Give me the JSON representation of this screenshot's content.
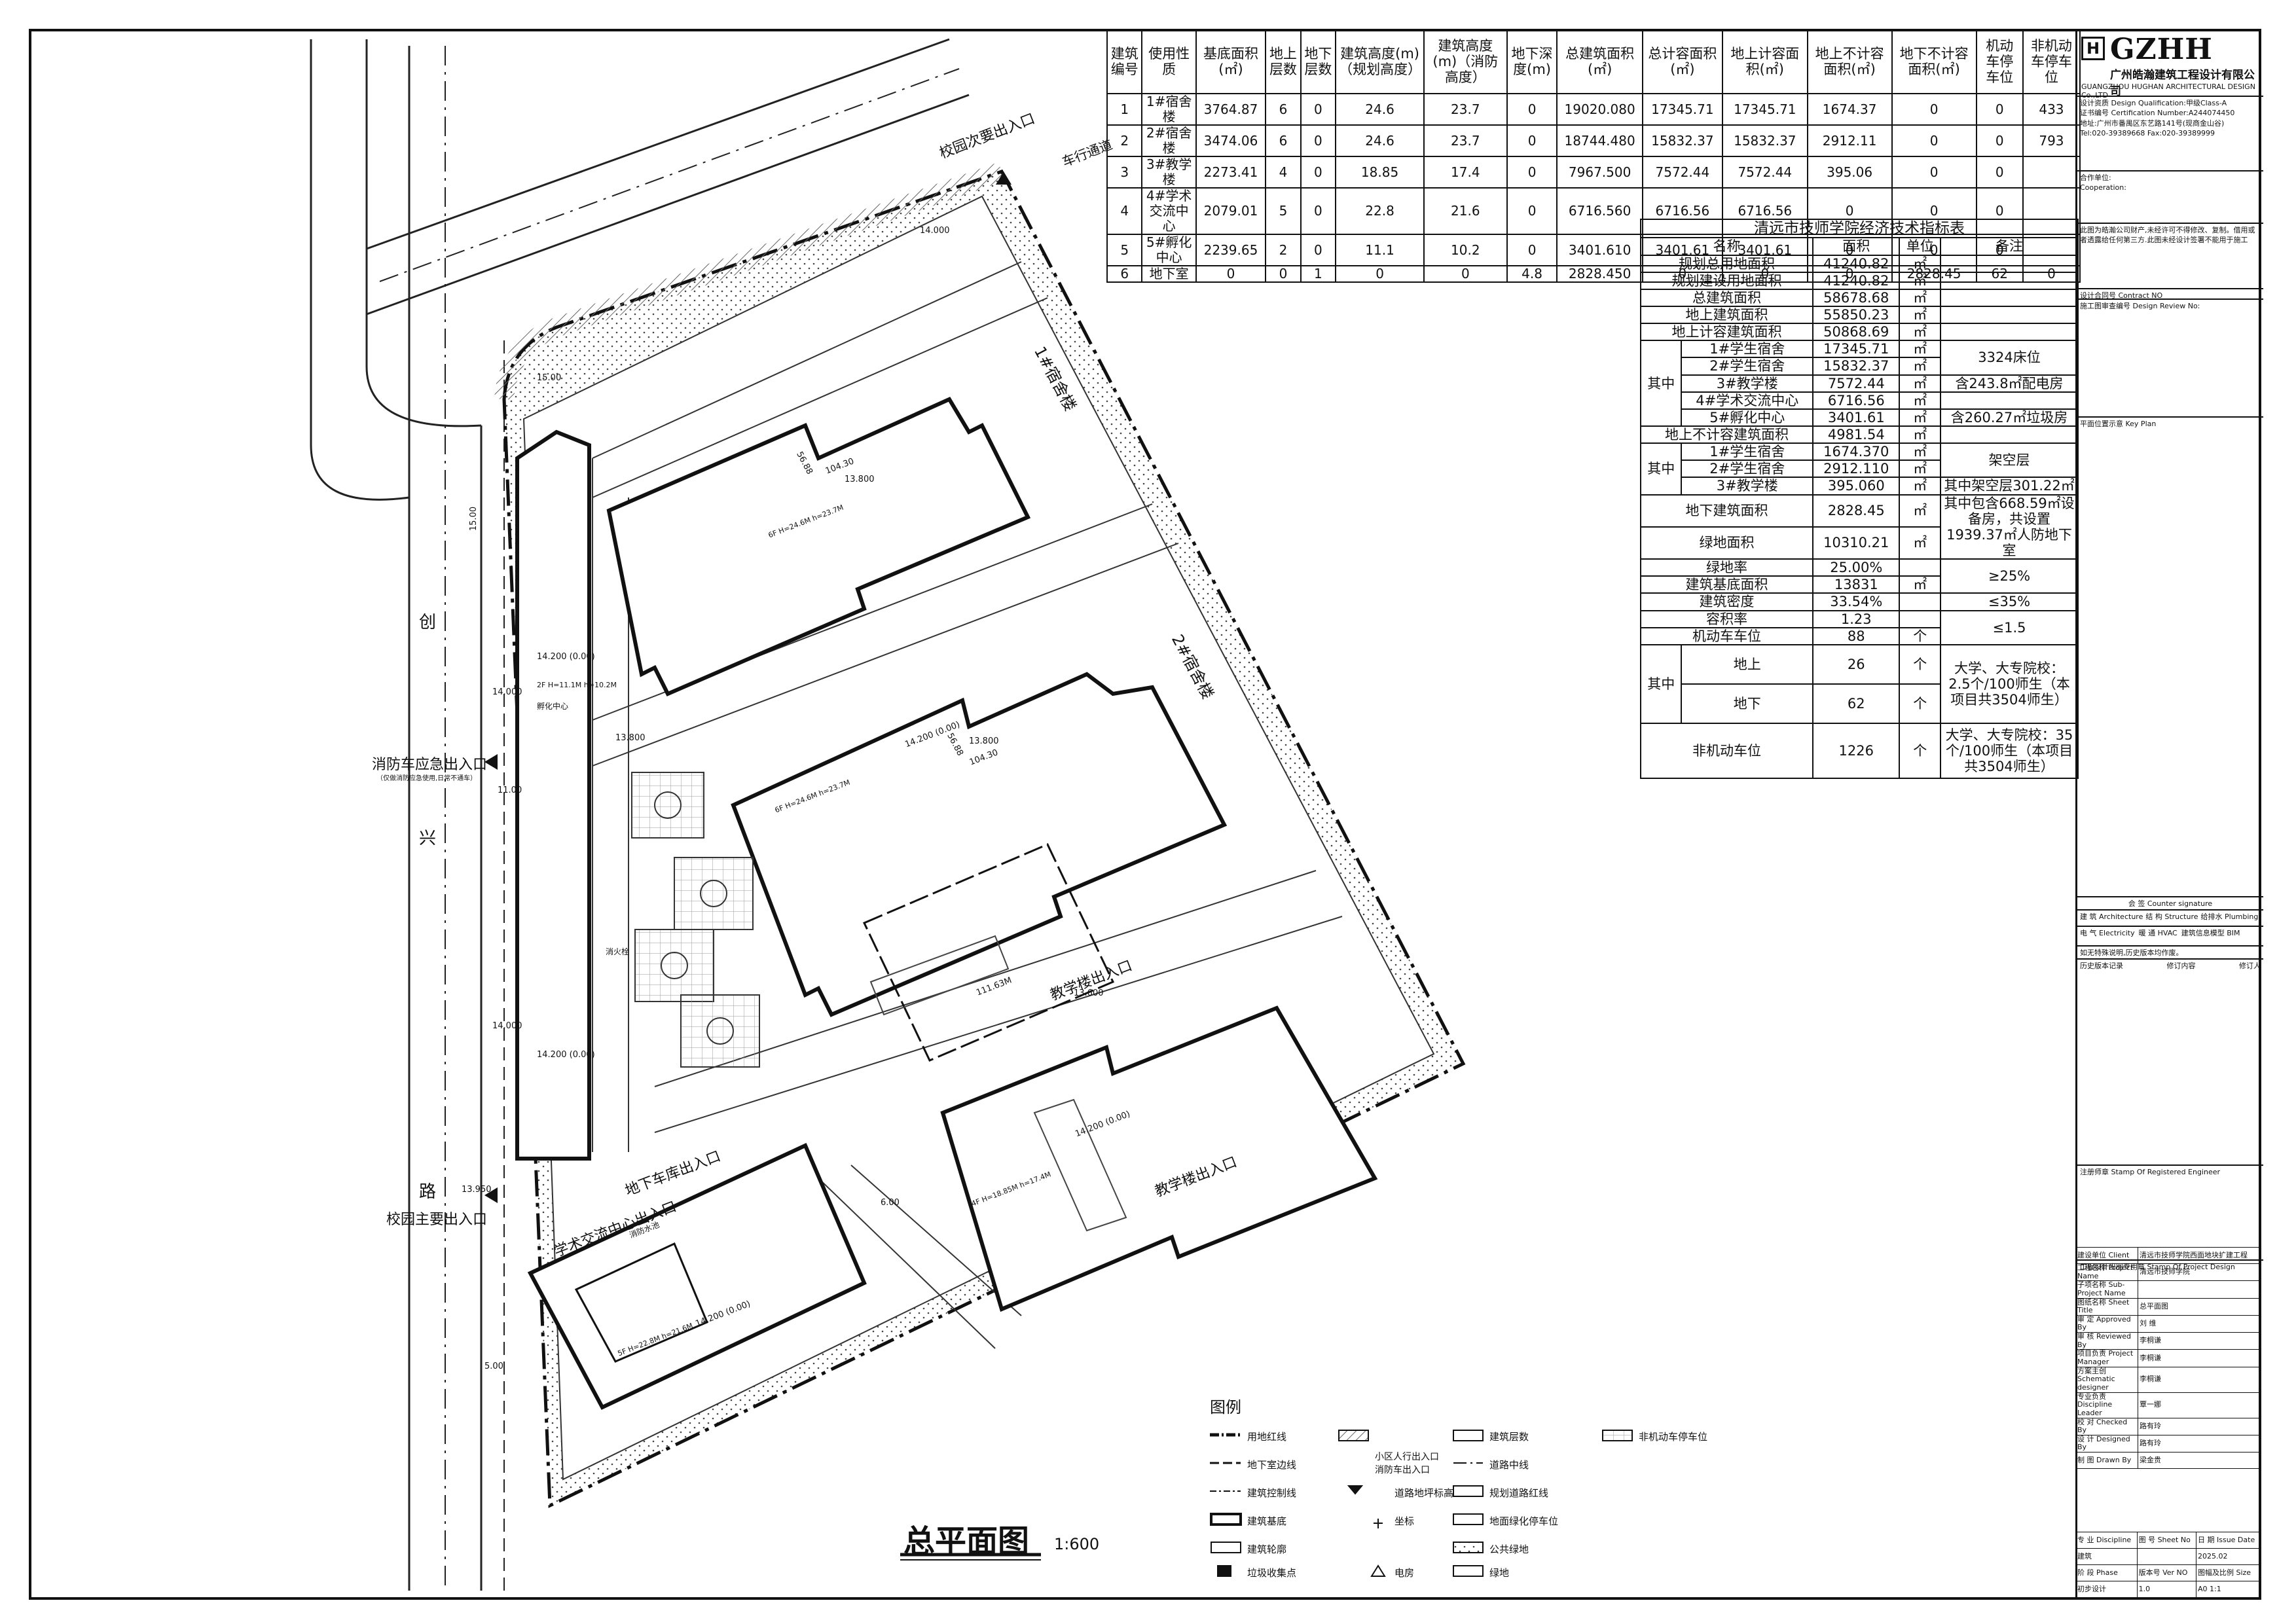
{
  "buildings_table": {
    "headers": [
      "建筑编号",
      "使用性质",
      "基底面积(㎡)",
      "地上层数",
      "地下层数",
      "建筑高度(m)（规划高度）",
      "建筑高度(m)（消防高度）",
      "地下深度(m)",
      "总建筑面积(㎡)",
      "总计容面积(㎡)",
      "地上计容面积(㎡)",
      "地上不计容面积(㎡)",
      "地下不计容面积(㎡)",
      "机动车停车位",
      "非机动车停车位"
    ],
    "rows": [
      [
        "1",
        "1#宿舍楼",
        "3764.87",
        "6",
        "0",
        "24.6",
        "23.7",
        "0",
        "19020.080",
        "17345.71",
        "17345.71",
        "1674.37",
        "0",
        "0",
        "433"
      ],
      [
        "2",
        "2#宿舍楼",
        "3474.06",
        "6",
        "0",
        "24.6",
        "23.7",
        "0",
        "18744.480",
        "15832.37",
        "15832.37",
        "2912.11",
        "0",
        "0",
        "793"
      ],
      [
        "3",
        "3#教学楼",
        "2273.41",
        "4",
        "0",
        "18.85",
        "17.4",
        "0",
        "7967.500",
        "7572.44",
        "7572.44",
        "395.06",
        "0",
        "0",
        ""
      ],
      [
        "4",
        "4#学术交流中心",
        "2079.01",
        "5",
        "0",
        "22.8",
        "21.6",
        "0",
        "6716.560",
        "6716.56",
        "6716.56",
        "0",
        "0",
        "0",
        ""
      ],
      [
        "5",
        "5#孵化中心",
        "2239.65",
        "2",
        "0",
        "11.1",
        "10.2",
        "0",
        "3401.610",
        "3401.61",
        "3401.61",
        "0",
        "0",
        "0",
        ""
      ],
      [
        "6",
        "地下室",
        "0",
        "0",
        "1",
        "0",
        "0",
        "4.8",
        "2828.450",
        "0",
        "0",
        "0",
        "2828.45",
        "62",
        "0"
      ]
    ]
  },
  "indicators": {
    "title": "清远市技师学院经济技术指标表",
    "headers": [
      "名称",
      "面积",
      "单位",
      "备注"
    ],
    "r1": [
      "规划总用地面积",
      "41240.82",
      "㎡"
    ],
    "r2": [
      "规划建设用地面积",
      "41240.82",
      "㎡"
    ],
    "r3": [
      "总建筑面积",
      "58678.68",
      "㎡"
    ],
    "r4": [
      "地上建筑面积",
      "55850.23",
      "㎡"
    ],
    "r5": [
      "地上计容建筑面积",
      "50868.69",
      "㎡"
    ],
    "qz": "其中",
    "r6": [
      "1#学生宿舍",
      "17345.71",
      "㎡"
    ],
    "r7": [
      "2#学生宿舍",
      "15832.37",
      "㎡"
    ],
    "n67": "3324床位",
    "r8": [
      "3#教学楼",
      "7572.44",
      "㎡",
      "含243.8㎡配电房"
    ],
    "r9": [
      "4#学术交流中心",
      "6716.56",
      "㎡"
    ],
    "r10": [
      "5#孵化中心",
      "3401.61",
      "㎡",
      "含260.27㎡垃圾房"
    ],
    "r11": [
      "地上不计容建筑面积",
      "4981.54",
      "㎡"
    ],
    "r12": [
      "1#学生宿舍",
      "1674.370",
      "㎡"
    ],
    "r13": [
      "2#学生宿舍",
      "2912.110",
      "㎡"
    ],
    "n1213": "架空层",
    "r14": [
      "3#教学楼",
      "395.060",
      "㎡",
      "其中架空层301.22㎡"
    ],
    "r15": [
      "地下建筑面积",
      "2828.45",
      "㎡",
      "其中包含668.59㎡设备房，共设置1939.37㎡人防地下室"
    ],
    "r16": [
      "绿地面积",
      "10310.21",
      "㎡"
    ],
    "r17": [
      "绿地率",
      "25.00%",
      "",
      "≥25%"
    ],
    "r18": [
      "建筑基底面积",
      "13831",
      "㎡"
    ],
    "r19": [
      "建筑密度",
      "33.54%",
      "",
      "≤35%"
    ],
    "r20": [
      "容积率",
      "1.23",
      "",
      "≤1.5"
    ],
    "r21": [
      "机动车车位",
      "88",
      "个"
    ],
    "r22": [
      "地上",
      "26",
      "个",
      "大学、大专院校：2.5个/100师生（本项目共3504师生）"
    ],
    "r23": [
      "地下",
      "62",
      "个"
    ],
    "r24": [
      "非机动车位",
      "1226",
      "个",
      "大学、大专院校：35个/100师生（本项目共3504师生）"
    ]
  },
  "title_block": {
    "logo": "GZHH",
    "company_cn": "广州皓瀚建筑工程设计有限公司",
    "company_en": "GUANGZHOU HUGHAN ARCHITECTURAL DESIGN Co.,LTD",
    "qual": "设计资质 Design Qualification:甲级Class-A",
    "cert": "证书编号 Certification Number:A244074450",
    "addr": "地址:广州市番禺区东艺路141号(现商金山谷)",
    "tel": "Tel:020-39389668  Fax:020-39389999",
    "coop": "合作单位:",
    "coop_en": "Cooperation:",
    "notice": "此图为皓瀚公司财产,未经许可不得修改、复制。借用或者透露给任何第三方.此图未经设计签署不能用于施工",
    "contract": "设计合同号 Contract NO",
    "review": "施工图审查编号 Design Review No:",
    "keyplan": "平面位置示意  Key Plan",
    "counter": "会 签    Counter signature",
    "arch": "建 筑 Architecture",
    "struct": "结 构 Structure",
    "plumb": "给排水 Plumbing",
    "elec": "电 气 Electricity",
    "hvac": "暖 通 HVAC",
    "bim": "建筑信息模型 BIM",
    "invalid": "如无特殊说明,历史版本均作废。",
    "history": "历史版本记录",
    "mod": "修订内容",
    "modby": "修订人",
    "stamp_eng": "注册师章  Stamp Of Registered Engineer",
    "stamp_proj": "工程设计出图专用章  Stamp Of Project Design",
    "client_lbl": "建设单位 Client",
    "client": "清远市技师学院西面地块扩建工程",
    "project_lbl": "工程名称 Project Name",
    "project": "清远市技师学院",
    "sub_lbl": "子项名称 Sub-Project Name",
    "sheet_lbl": "图纸名称 Sheet Title",
    "sheet": "总平面图",
    "approved": "审 定 Approved By",
    "approved_name": "刘 维",
    "reviewed": "审 核 Reviewed By",
    "reviewed_name": "李桐谦",
    "pm": "项目负责 Project Manager",
    "pm_name": "李桐谦",
    "scheme": "方案主创 Schematic designer",
    "scheme_name": "李桐谦",
    "leader": "专业负责 Discipline Leader",
    "leader_name": "覃一娜",
    "checked": "校 对 Checked By",
    "checked_name": "路有玲",
    "designed": "设 计 Designed By",
    "designed_name": "路有玲",
    "drawn": "制 图 Drawn By",
    "drawn_name": "梁金贵",
    "discipline": "专 业 Discipline",
    "discipline_v": "建筑",
    "sheetno": "图 号 Sheet No",
    "issue": "日 期 Issue Date",
    "issue_v": "2025.02",
    "phase": "阶 段 Phase",
    "phase_v": "初步设计",
    "ver": "版本号 Ver NO",
    "ver_v": "1.0",
    "size": "图幅及比例 Size",
    "size_v": "A0",
    "scale_v": "1:1"
  },
  "map": {
    "title": "总平面图",
    "scale": "1:600",
    "road_chars": [
      "创",
      "兴",
      "路"
    ],
    "fire_entry": "消防车应急出入口",
    "fire_entry_sub": "（仅做消防应急使用,日常不通车）",
    "main_entry": "校园主要出入口",
    "secondary_entry": "校园次要出入口",
    "lane": "车行通道",
    "teach_entry1": "教学楼出入口",
    "teach_entry2": "教学楼出入口",
    "academic_entry": "学术交流中心出入口",
    "basement_entry": "地下车库出入口",
    "dorm1": "1#宿舍楼",
    "dorm2": "2#宿舍楼",
    "b1_note": "6F H=24.6M h=23.7M",
    "b2_note": "6F H=24.6M h=23.7M",
    "b3_note": "4F H=18.85M h=17.4M",
    "b4_note": "5F H=22.8M h=21.6M",
    "b5_note": "2F H=11.1M h=10.2M",
    "incubator": "孵化中心",
    "elev1": "14.200 (0.00)",
    "elev2": "14.200 (0.00)",
    "elev3": "14.200 (0.00)",
    "elev4": "14.200 (0.00)",
    "elev5": "14.200 (0.00)",
    "d1": "14.000",
    "d2": "14.000",
    "d3": "13.800",
    "d4": "13.800",
    "d5": "13.800",
    "d6": "13.600",
    "d7": "104.30",
    "d8": "104.30",
    "d9": "56.88",
    "d10": "56.88",
    "d11": "15.00",
    "d12": "15.00",
    "d13": "11.00",
    "d14": "14.000",
    "d15": "13.950",
    "d16": "111.63M",
    "d17": "5.00",
    "d18": "6.00",
    "fire_pool": "消防水池",
    "fire_hydrant": "消火栓",
    "legend_title": "图例",
    "legend": [
      "用地红线",
      "地下室边线",
      "建筑控制线",
      "建筑基底",
      "建筑轮廓",
      "垃圾收集点",
      "小区人行出入口 消防车出入口",
      "道路地坪标高",
      "坐标",
      "电房",
      "建筑层数",
      "道路中线",
      "规划道路红线",
      "地面绿化停车位",
      "公共绿地",
      "绿地",
      "非机动车停车位"
    ]
  }
}
